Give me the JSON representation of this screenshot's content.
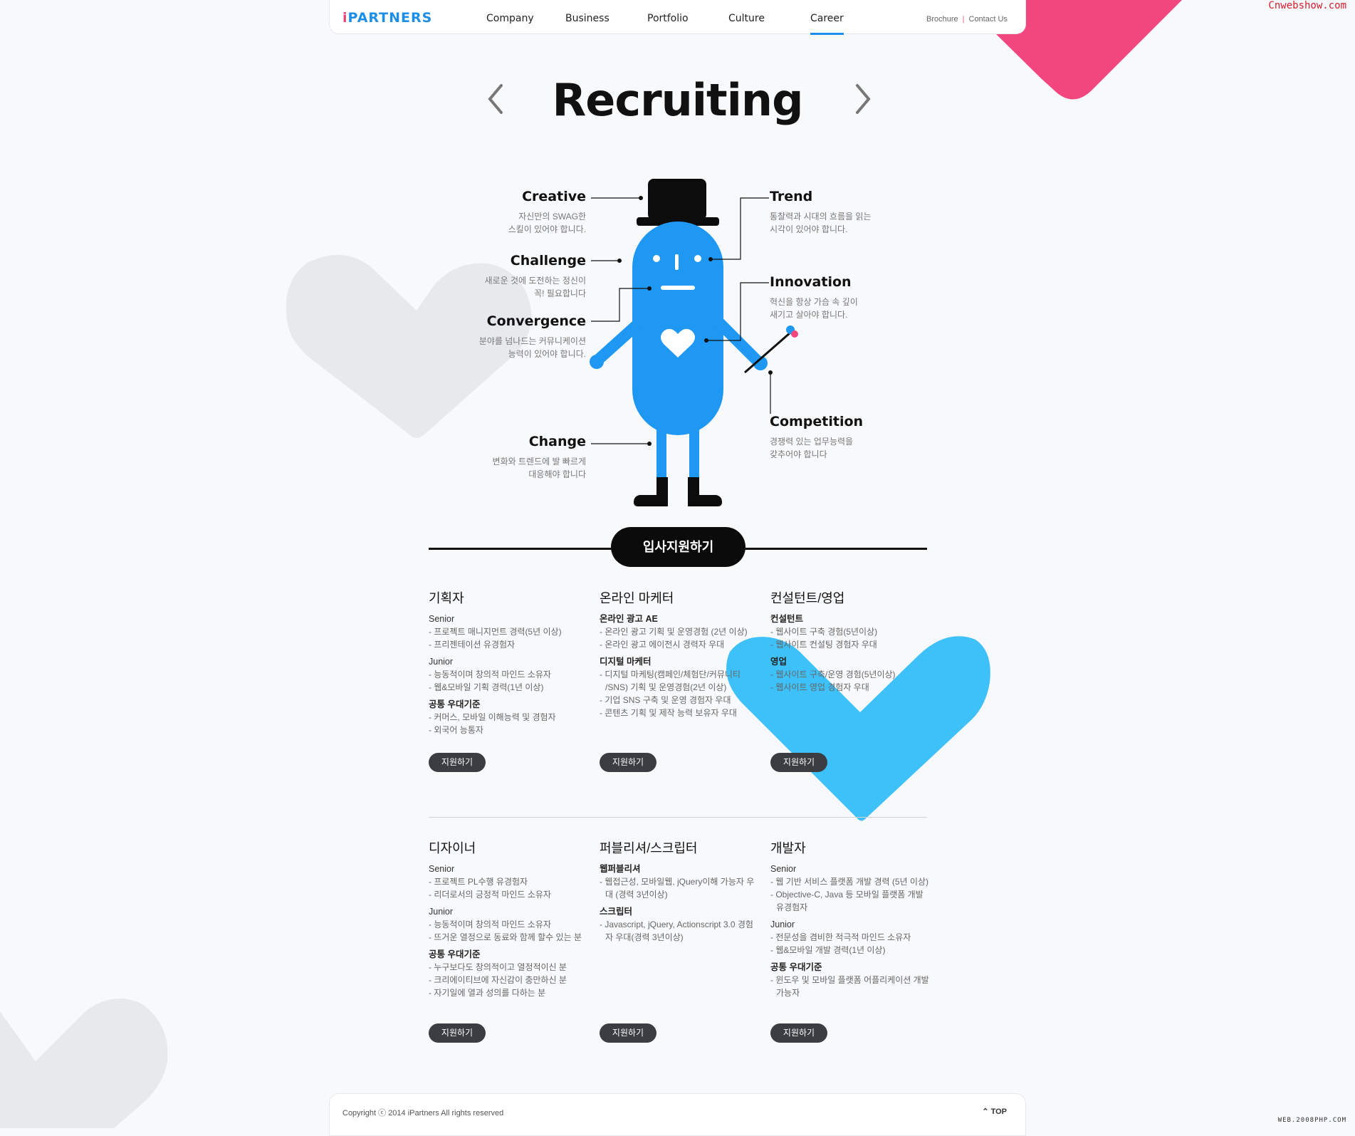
{
  "watermark_top": "Cnwebshow.com",
  "watermark_bottom": "WEB.2008PHP.COM",
  "header": {
    "logo": "iPARTNERS",
    "nav": [
      "Company",
      "Business",
      "Portfolio",
      "Culture",
      "Career"
    ],
    "active_nav": "Career",
    "util": {
      "brochure": "Brochure",
      "sep": "|",
      "contact": "Contact Us"
    }
  },
  "page": {
    "title": "Recruiting"
  },
  "traits": {
    "creative": {
      "name": "Creative",
      "desc": [
        "자신만의 SWAG한",
        "스킬이 있어야 합니다."
      ]
    },
    "challenge": {
      "name": "Challenge",
      "desc": [
        "새로운 것에 도전하는 정신이",
        "꼭! 필요합니다"
      ]
    },
    "convergence": {
      "name": "Convergence",
      "desc": [
        "분야를 넘나드는 커뮤니케이션",
        "능력이 있어야 합니다."
      ]
    },
    "change": {
      "name": "Change",
      "desc": [
        "변화와 트렌드에 발 빠르게",
        "대응해야 합니다"
      ]
    },
    "trend": {
      "name": "Trend",
      "desc": [
        "통찰력과 시대의 흐름을 읽는",
        "시각이 있어야 합니다."
      ]
    },
    "innovation": {
      "name": "Innovation",
      "desc": [
        "혁신을 항상 가슴 속 깊이",
        "새기고 살아야 합니다."
      ]
    },
    "competition": {
      "name": "Competition",
      "desc": [
        "경쟁력 있는 업무능력을",
        "갖추어야 합니다"
      ]
    }
  },
  "apply_section": {
    "label": "입사지원하기"
  },
  "jobs": [
    {
      "title": "기획자",
      "button": "지원하기",
      "groups": [
        {
          "name": "Senior",
          "bold": false,
          "lines": [
            "- 프로젝트 매니지먼트 경력(5년 이상)",
            "- 프리젠테이션 유경험자"
          ]
        },
        {
          "name": "Junior",
          "bold": false,
          "lines": [
            "- 능동적이며 창의적 마인드 소유자",
            "- 웹&모바일 기획 경력(1년 이상)"
          ]
        },
        {
          "name": "공통 우대기준",
          "bold": true,
          "lines": [
            "- 커머스, 모바일 이해능력 및 경험자",
            "- 외국어 능통자"
          ]
        }
      ]
    },
    {
      "title": "온라인 마케터",
      "button": "지원하기",
      "groups": [
        {
          "name": "온라인 광고 AE",
          "bold": true,
          "lines": [
            "- 온라인 광고 기획 및 운영경험 (2년 이상)",
            "- 온라인 광고 에이전시 경력자 우대"
          ]
        },
        {
          "name": "디지털 마케터",
          "bold": true,
          "lines": [
            "- 디지털 마케팅(캠페인/체험단/커뮤니티 /SNS) 기획 및 운영경험(2년 이상)",
            "- 기업 SNS 구축 및 운영 경험자 우대",
            "- 콘텐츠 기획 및 제작 능력 보유자 우대"
          ]
        }
      ]
    },
    {
      "title": "컨설턴트/영업",
      "button": "지원하기",
      "groups": [
        {
          "name": "컨설턴트",
          "bold": true,
          "lines": [
            "- 웹사이트 구축 경험(5년이상)",
            "- 웹사이트 컨설팅 경험자 우대"
          ]
        },
        {
          "name": "영업",
          "bold": true,
          "lines": [
            "- 웹사이트 구축/운영 경험(5년이상)",
            "- 웹사이트 영업 경험자 우대"
          ]
        }
      ]
    },
    {
      "title": "디자이너",
      "button": "지원하기",
      "groups": [
        {
          "name": "Senior",
          "bold": false,
          "lines": [
            "- 프로젝트 PL수행 유경험자",
            "- 리더로서의 긍정적 마인드 소유자"
          ]
        },
        {
          "name": "Junior",
          "bold": false,
          "lines": [
            "- 능동적이며 창의적 마인드 소유자",
            "- 뜨거운 열정으로 동료와 함께 할수 있는 분"
          ]
        },
        {
          "name": "공통 우대기준",
          "bold": true,
          "lines": [
            "- 누구보다도 창의적이고 열정적이신 분",
            "- 크리에이티브에 자신감이 충만하신 분",
            "- 자기일에 열과 성의를 다하는 분"
          ]
        }
      ]
    },
    {
      "title": "퍼블리셔/스크립터",
      "button": "지원하기",
      "groups": [
        {
          "name": "웹퍼블리셔",
          "bold": true,
          "lines": [
            "- 웹접근성, 모바일웹, jQuery이해 가능자 우대 (경력 3년이상)"
          ]
        },
        {
          "name": "스크립터",
          "bold": true,
          "lines": [
            "- Javascript, jQuery, Actionscript 3.0 경험자 우대(경력 3년이상)"
          ]
        }
      ]
    },
    {
      "title": "개발자",
      "button": "지원하기",
      "groups": [
        {
          "name": "Senior",
          "bold": false,
          "lines": [
            "- 웹 기반 서비스 플랫폼 개발 경력 (5년 이상)",
            "- Objective-C, Java 등 모바일 플랫폼 개발 유경험자"
          ]
        },
        {
          "name": "Junior",
          "bold": false,
          "lines": [
            "- 전문성을 겸비한 적극적 마인드 소유자",
            "- 웹&모바일 개발 경력(1년 이상)"
          ]
        },
        {
          "name": "공통 우대기준",
          "bold": true,
          "lines": [
            "- 윈도우 및 모바일 플랫폼 어플리케이션 개발 가능자"
          ]
        }
      ]
    }
  ],
  "footer": {
    "copyright": "Copyright ⓒ 2014 iPartners All rights reserved",
    "top": "TOP"
  },
  "colors": {
    "accent_blue": "#1d8fe8",
    "mascot_blue": "#1e98f2",
    "pink": "#f2467f",
    "heart_blue": "#3ec0f8",
    "bg": "#f8f9fb"
  }
}
